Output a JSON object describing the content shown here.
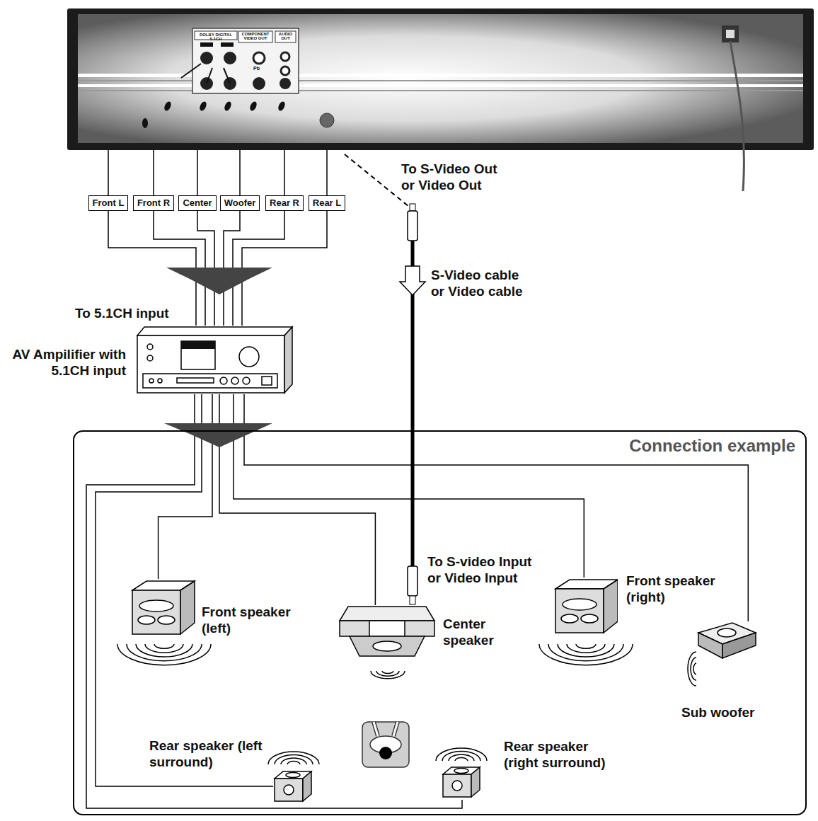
{
  "diagram": {
    "nodes": [
      {
        "text": [
          "Front L"
        ]
      },
      {
        "text": [
          "Front R"
        ]
      },
      {
        "text": [
          "Center"
        ]
      },
      {
        "text": [
          "Woofer"
        ]
      },
      {
        "text": [
          "Rear R"
        ]
      },
      {
        "text": [
          "Rear L"
        ]
      },
      {
        "text": [
          "AV Ampilifier with 5.1CH input"
        ]
      },
      {
        "text": [
          "Connection example"
        ]
      },
      {
        "text": [
          "Front speaker (left)"
        ],
        "in": 7
      },
      {
        "text": [
          "Center speaker"
        ],
        "in": 7
      },
      {
        "text": [
          "Front speaker (right)"
        ],
        "in": 7
      },
      {
        "text": [
          "Sub woofer"
        ],
        "in": 7
      },
      {
        "text": [
          "Rear speaker (left surround)"
        ],
        "in": 7
      },
      {
        "text": [
          "Rear speaker (right surround)"
        ],
        "in": 7
      }
    ],
    "edges": [
      {
        "from": 0,
        "to": 6,
        "arrow": "none"
      },
      {
        "from": 1,
        "to": 6,
        "arrow": "none"
      },
      {
        "from": 2,
        "to": 6,
        "arrow": "none"
      },
      {
        "from": 3,
        "to": 6,
        "arrow": "none"
      },
      {
        "from": 4,
        "to": 6,
        "arrow": "none"
      },
      {
        "from": 5,
        "to": 6,
        "arrow": "none"
      },
      {
        "from": 6,
        "to": 8,
        "arrow": "none"
      },
      {
        "from": 6,
        "to": 9,
        "arrow": "none"
      },
      {
        "from": 6,
        "to": 10,
        "arrow": "none"
      },
      {
        "from": 6,
        "to": 11,
        "arrow": "none"
      },
      {
        "from": 6,
        "to": 12,
        "arrow": "none"
      },
      {
        "from": 6,
        "to": 13,
        "arrow": "none"
      }
    ],
    "labels": [
      "DOLBY DIGITAL 5.1CH",
      "COMPONENT VIDEO OUT",
      "AUDIO OUT",
      "Pb",
      "To S-Video Out or Video Out",
      "S-Video cable or Video cable",
      "To 5.1CH input",
      "To S-video Input or Video Input"
    ]
  }
}
